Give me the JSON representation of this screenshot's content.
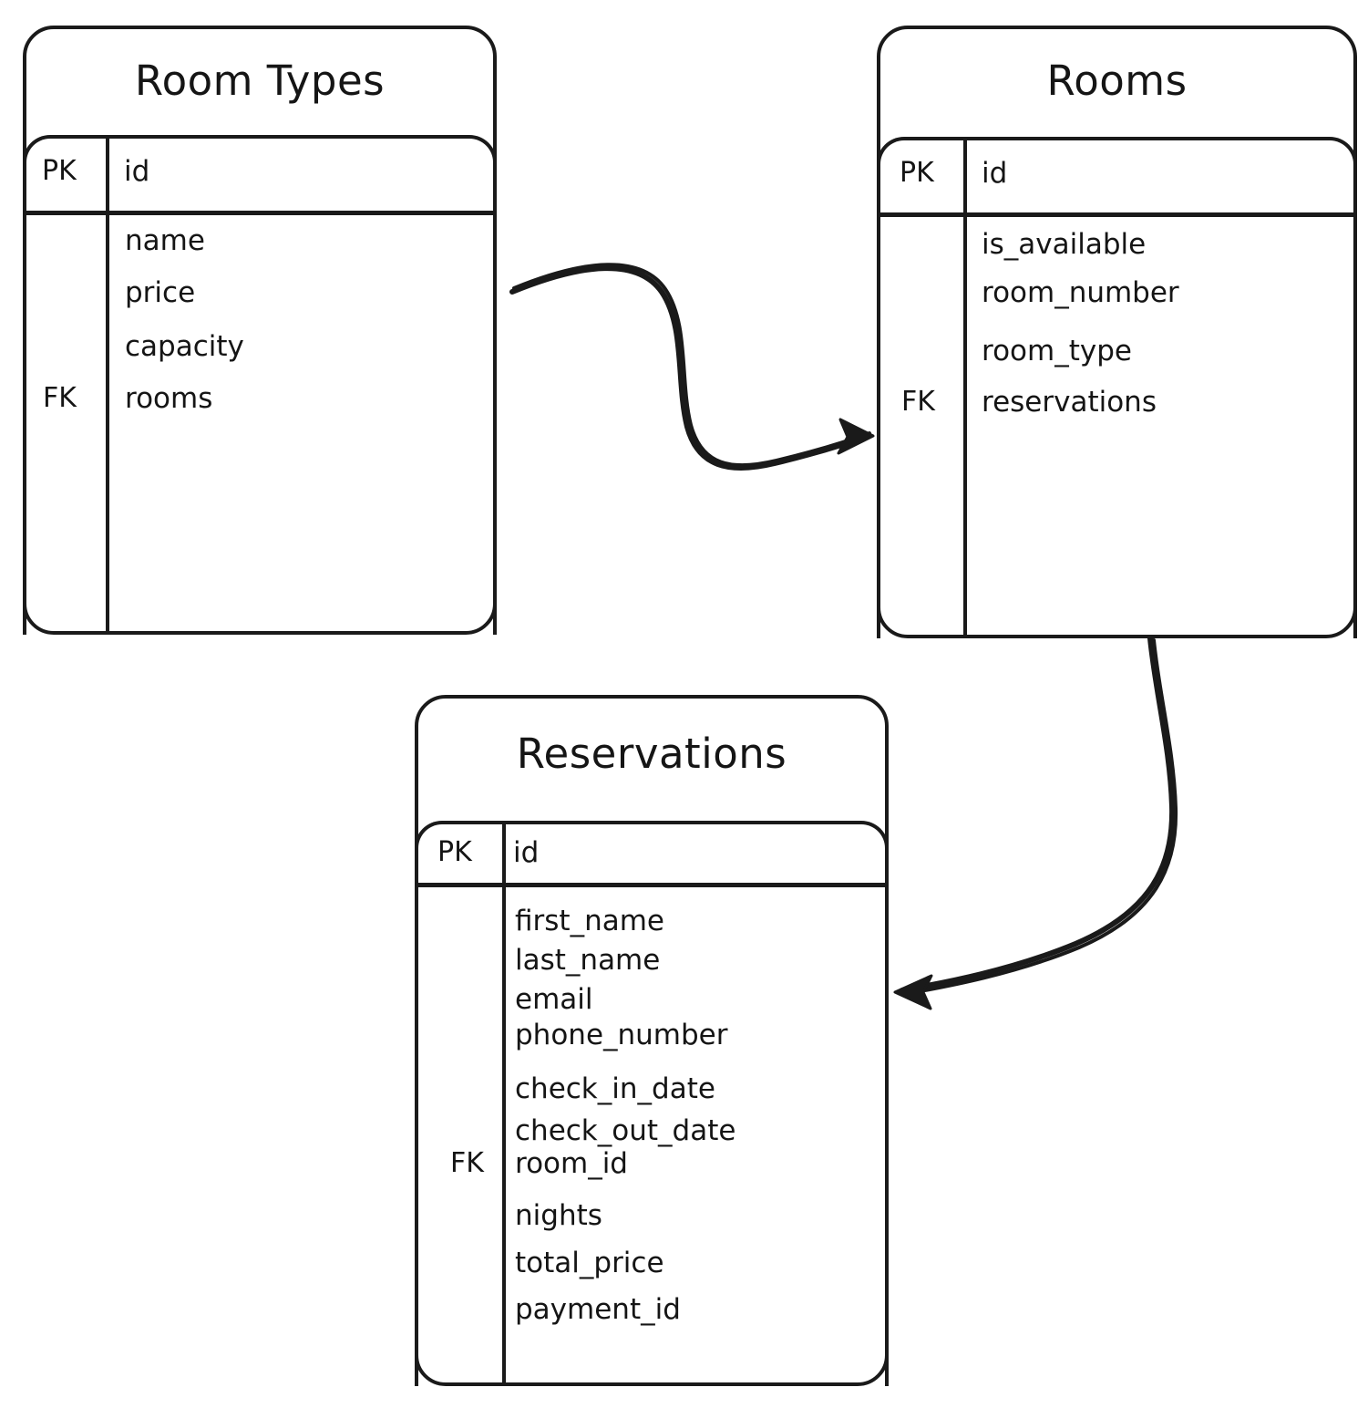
{
  "diagram": {
    "type": "entity-relationship-diagram",
    "style": "hand-drawn-sketch",
    "background_color": "#ffffff",
    "stroke_color": "#1a1a1a",
    "entities": [
      {
        "id": "room_types",
        "title": "Room Types",
        "pk_label": "PK",
        "pk_field": "id",
        "fk_label": "FK",
        "fields": [
          "name",
          "price",
          "capacity",
          "rooms"
        ],
        "fk_field": "rooms"
      },
      {
        "id": "rooms",
        "title": "Rooms",
        "pk_label": "PK",
        "pk_field": "id",
        "fk_label": "FK",
        "fields": [
          "is_available",
          "room_number",
          "room_type",
          "reservations"
        ],
        "fk_field": "reservations"
      },
      {
        "id": "reservations",
        "title": "Reservations",
        "pk_label": "PK",
        "pk_field": "id",
        "fk_label": "FK",
        "fields": [
          "first_name",
          "last_name",
          "email",
          "phone_number",
          "check_in_date",
          "check_out_date",
          "room_id",
          "nights",
          "total_price",
          "payment_id"
        ],
        "fk_field": "room_id"
      }
    ],
    "relationships": [
      {
        "id": "rel-room-types-to-rooms",
        "from": "room_types",
        "to": "rooms",
        "arrow": "single-ended"
      },
      {
        "id": "rel-rooms-to-reservations",
        "from": "rooms",
        "to": "reservations",
        "arrow": "single-ended"
      }
    ]
  }
}
